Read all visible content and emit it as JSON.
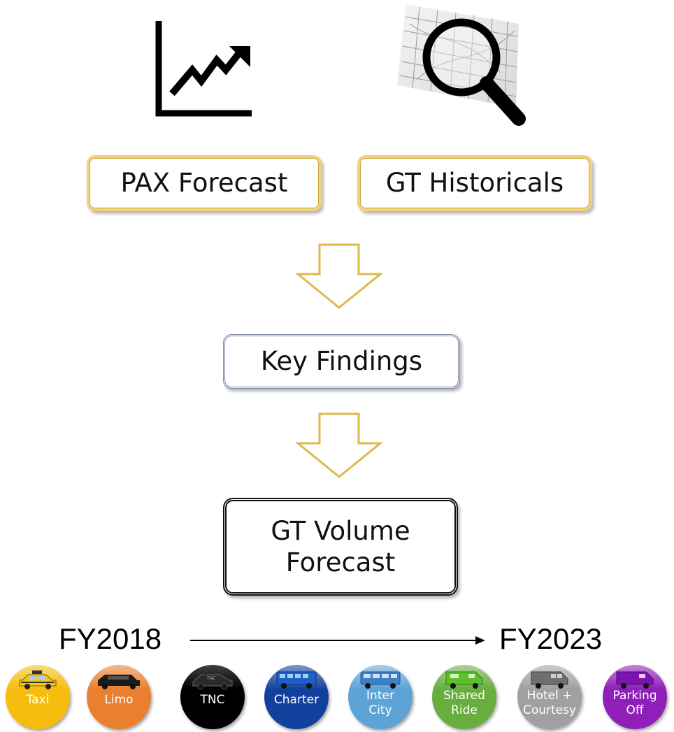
{
  "inputs": [
    {
      "label": "PAX Forecast",
      "icon": "line-chart-icon"
    },
    {
      "label": "GT Historicals",
      "icon": "map-magnifier-icon"
    }
  ],
  "findings": {
    "label": "Key Findings"
  },
  "output": {
    "line1": "GT Volume",
    "line2": "Forecast"
  },
  "timeline": {
    "start": "FY2018",
    "end": "FY2023"
  },
  "modes": [
    {
      "line1": "Taxi",
      "line2": "",
      "color": "#f6bd0e",
      "icon": "taxi-icon"
    },
    {
      "line1": "Limo",
      "line2": "",
      "color": "#ea7f2f",
      "icon": "limo-icon"
    },
    {
      "line1": "TNC",
      "line2": "",
      "color": "#000000",
      "icon": "car-icon"
    },
    {
      "line1": "Charter",
      "line2": "",
      "color": "#12419d",
      "icon": "bus-icon"
    },
    {
      "line1": "Inter",
      "line2": "City",
      "color": "#5da3d8",
      "icon": "intercity-bus-icon"
    },
    {
      "line1": "Shared",
      "line2": "Ride",
      "color": "#67ae3f",
      "icon": "shuttle-van-icon"
    },
    {
      "line1": "Hotel +",
      "line2": "Courtesy",
      "color": "#a0a0a0",
      "icon": "courtesy-van-icon"
    },
    {
      "line1": "Parking",
      "line2": "Off",
      "color": "#8f1fb8",
      "icon": "parking-van-icon"
    }
  ],
  "colors": {
    "gold_border": "#f1d27a",
    "arrow_outline": "#ddb94a",
    "blue_border": "#7a8aa8"
  }
}
